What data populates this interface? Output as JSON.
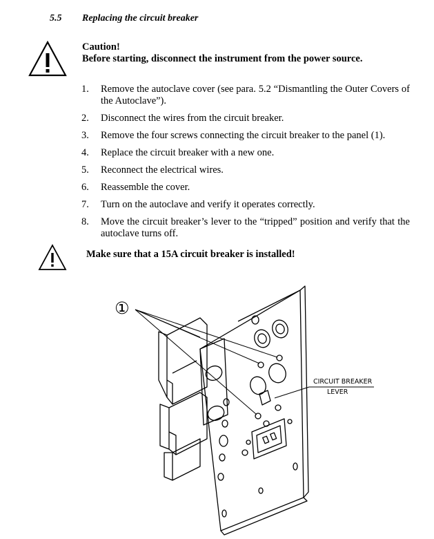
{
  "section": {
    "number": "5.5",
    "title": "Replacing the circuit breaker"
  },
  "caution": {
    "title": "Caution!",
    "text": "Before starting, disconnect the instrument from the power source."
  },
  "steps": [
    {
      "num": "1.",
      "text": "Remove the autoclave cover (see para. 5.2 “Dismantling the Outer Covers of the Autoclave”)."
    },
    {
      "num": "2.",
      "text": "Disconnect the wires from the circuit breaker."
    },
    {
      "num": "3.",
      "text": "Remove the four screws connecting the circuit breaker to the panel (1)."
    },
    {
      "num": "4.",
      "text": "Replace the circuit breaker with a new one."
    },
    {
      "num": "5.",
      "text": "Reconnect the electrical wires."
    },
    {
      "num": "6.",
      "text": "Reassemble the cover."
    },
    {
      "num": "7.",
      "text": "Turn on the autoclave and verify it operates correctly."
    },
    {
      "num": "8.",
      "text": "Move the circuit breaker’s lever to the “tripped” position and verify that the autoclave turns off."
    }
  ],
  "note": {
    "text": "Make sure that a 15A circuit breaker is installed!"
  },
  "figure": {
    "callout_number": "①",
    "lever_label_line1": "CIRCUIT BREAKER",
    "lever_label_line2": "LEVER"
  }
}
